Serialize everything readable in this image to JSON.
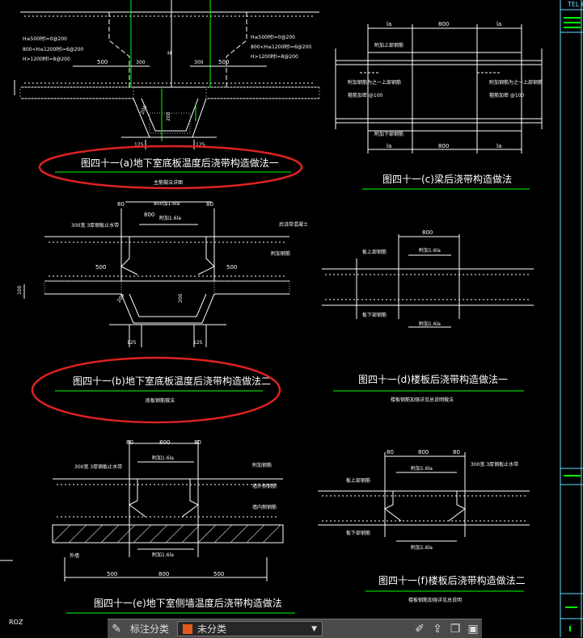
{
  "right_panel": {
    "title": "TEL C"
  },
  "left_marks": {
    "bottom_label": "ROZ"
  },
  "drawings": {
    "a": {
      "caption": "图四十一(a)地下室底板温度后浇带构造做法一",
      "subcaption": "主筋做法详图",
      "notes": [
        "H≤500时l=0@200",
        "800<H≤1200时l=6@200",
        "H>1200时l=8@200"
      ],
      "notes_right": [
        "H≤500时l=0@200",
        "800<H≤1200时l=6@200",
        "H>1200时l=8@200"
      ],
      "dims": [
        "500",
        "300",
        "H",
        "300",
        "500",
        "200",
        "200",
        "125",
        "125"
      ]
    },
    "b": {
      "caption": "图四十一(b)地下室底板温度后浇带构造做法二",
      "subcaption": "底板钢筋做法",
      "top_note": "800加1.6la",
      "left_note": "300宽 3厚钢板止水带",
      "right_note": "后浇带混凝土",
      "dims": [
        "80",
        "80",
        "800",
        "附加1.6la",
        "500",
        "500",
        "100",
        "200",
        "200",
        "125",
        "125"
      ],
      "side_note": "附加钢筋"
    },
    "c": {
      "caption": "图四十一(c)梁后浇带构造做法",
      "dims": [
        "la",
        "800",
        "la",
        "la",
        "800",
        "la"
      ],
      "notes": [
        "附加上部钢筋",
        "附加钢筋为之一上部钢筋",
        "附加钢筋为之一上部钢筋",
        "箍筋加密 @100",
        "箍筋加密 @100",
        "附加下部钢筋"
      ]
    },
    "d": {
      "caption": "图四十一(d)楼板后浇带构造做法一",
      "subcaption": "楼板钢筋加强详见总说明做法",
      "dims": [
        "800",
        "附加1.6la",
        "附加1.6la"
      ],
      "notes": [
        "板上部钢筋",
        "板下部钢筋"
      ]
    },
    "e": {
      "caption": "图四十一(e)地下室侧墙温度后浇带构造做法",
      "dims": [
        "80",
        "800",
        "80",
        "附加1.6la",
        "附加1.6la",
        "500",
        "800",
        "500"
      ],
      "notes": [
        "300宽 3厚钢板止水带",
        "附加钢筋",
        "墙外侧钢筋",
        "墙内侧钢筋",
        "外墙"
      ]
    },
    "f": {
      "caption": "图四十一(f)楼板后浇带构造做法二",
      "subcaption": "楼板钢筋加强详见总说明",
      "dims": [
        "80",
        "800",
        "80",
        "附加1.6la",
        "附加1.6la"
      ],
      "notes": [
        "300宽 3厚钢板止水带",
        "板上部钢筋",
        "板下部钢筋"
      ]
    }
  },
  "toolbar": {
    "tab_label": "标注分类",
    "layer_label": "未分类",
    "layer_color": "#e25b1d"
  }
}
